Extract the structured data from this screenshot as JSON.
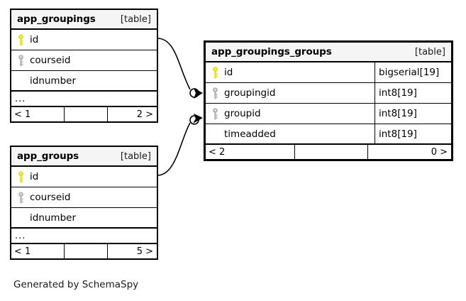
{
  "diagram": {
    "caption": "Generated by SchemaSpy",
    "background": "#ffffff",
    "key_colors": {
      "primary_key": "#e3e300",
      "foreign_key": "#b3b3b3"
    }
  },
  "tables": [
    {
      "id": "app_groupings",
      "name": "app_groupings",
      "kind": "[table]",
      "highlighted": false,
      "columns": [
        {
          "name": "id",
          "key": "primary",
          "type": ""
        },
        {
          "name": "courseid",
          "key": "foreign",
          "type": ""
        },
        {
          "name": "idnumber",
          "key": "none",
          "type": ""
        }
      ],
      "more_indicator": "...",
      "footer": {
        "left": "< 1",
        "middle": "",
        "right": "2 >"
      }
    },
    {
      "id": "app_groups",
      "name": "app_groups",
      "kind": "[table]",
      "highlighted": false,
      "columns": [
        {
          "name": "id",
          "key": "primary",
          "type": ""
        },
        {
          "name": "courseid",
          "key": "foreign",
          "type": ""
        },
        {
          "name": "idnumber",
          "key": "none",
          "type": ""
        }
      ],
      "more_indicator": "...",
      "footer": {
        "left": "< 1",
        "middle": "",
        "right": "5 >"
      }
    },
    {
      "id": "app_groupings_groups",
      "name": "app_groupings_groups",
      "kind": "[table]",
      "highlighted": true,
      "columns": [
        {
          "name": "id",
          "key": "primary",
          "type": "bigserial[19]"
        },
        {
          "name": "groupingid",
          "key": "foreign",
          "type": "int8[19]"
        },
        {
          "name": "groupid",
          "key": "foreign",
          "type": "int8[19]"
        },
        {
          "name": "timeadded",
          "key": "none",
          "type": "int8[19]"
        }
      ],
      "footer": {
        "left": "< 2",
        "middle": "",
        "right": "0 >"
      }
    }
  ],
  "relationships": [
    {
      "name": "groupingid-fk",
      "from_table": "app_groupings",
      "from_column": "id",
      "to_table": "app_groupings_groups",
      "to_column": "groupingid"
    },
    {
      "name": "groupid-fk",
      "from_table": "app_groups",
      "from_column": "id",
      "to_table": "app_groupings_groups",
      "to_column": "groupid"
    }
  ]
}
